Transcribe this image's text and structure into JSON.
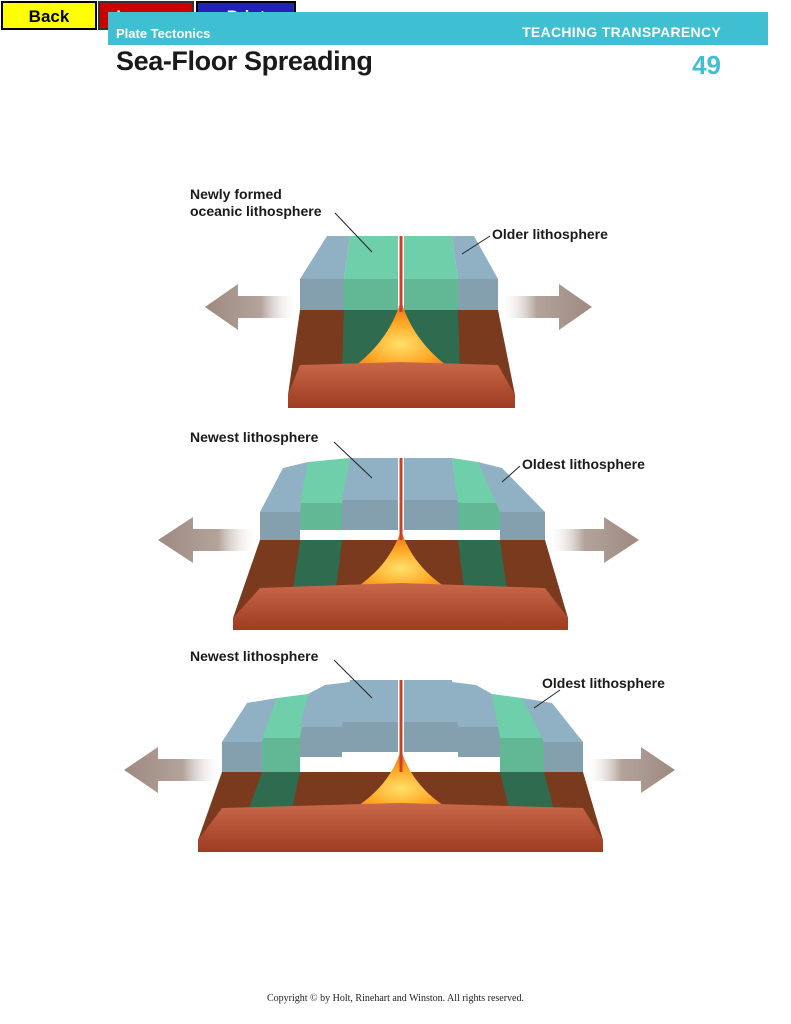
{
  "nav": {
    "back": "Back",
    "lesson": "Lesson",
    "print": "Print"
  },
  "header": {
    "subject": "Plate Tectonics",
    "series": "TEACHING TRANSPARENCY",
    "title": "Sea-Floor Spreading",
    "number": "49"
  },
  "diagrams": [
    {
      "left_label_line1": "Newly formed",
      "left_label_line2": "oceanic lithosphere",
      "right_label": "Older lithosphere"
    },
    {
      "left_label": "Newest lithosphere",
      "right_label": "Oldest lithosphere"
    },
    {
      "left_label": "Newest lithosphere",
      "right_label": "Oldest lithosphere"
    }
  ],
  "footer": {
    "copyright": "Copyright © by Holt, Rinehart and Winston. All rights reserved."
  },
  "colors": {
    "header_bar": "#3fbfd2",
    "older_plate": "#8fb1c3",
    "newer_plate": "#6fcfaa",
    "mantle": "#7a3a1e",
    "magma": "#ff9a1a",
    "arrow": "#a9968d"
  }
}
